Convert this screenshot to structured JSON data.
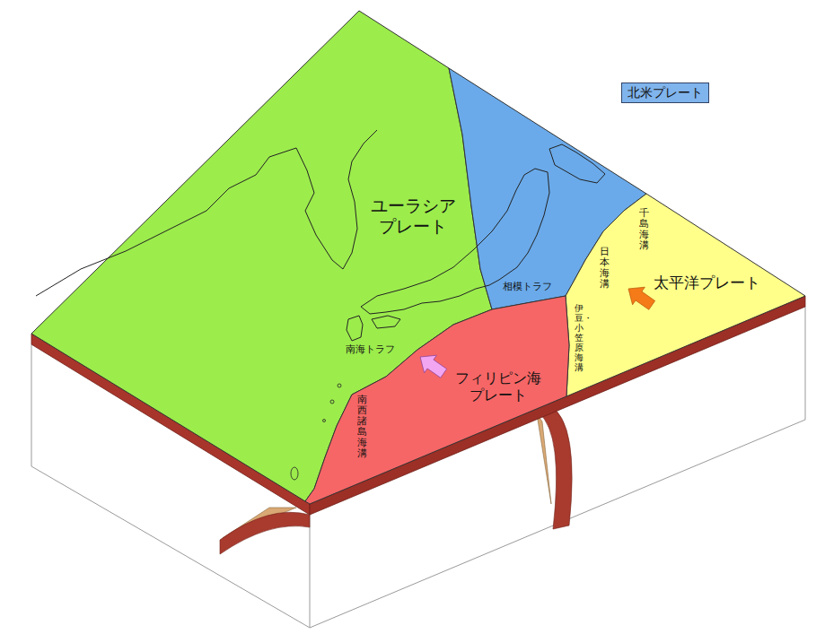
{
  "diagram": {
    "nodes": [
      {
        "text": [
          "ユーラシア プレート"
        ]
      },
      {
        "text": [
          "北米プレート"
        ]
      },
      {
        "text": [
          "太平洋プレート"
        ]
      },
      {
        "text": [
          "フィリピン海 プレート"
        ]
      }
    ],
    "labels": [
      "千島海溝",
      "日本海溝",
      "伊豆・小笠原海溝",
      "相模トラフ",
      "南海トラフ",
      "南西諸島海溝"
    ]
  }
}
